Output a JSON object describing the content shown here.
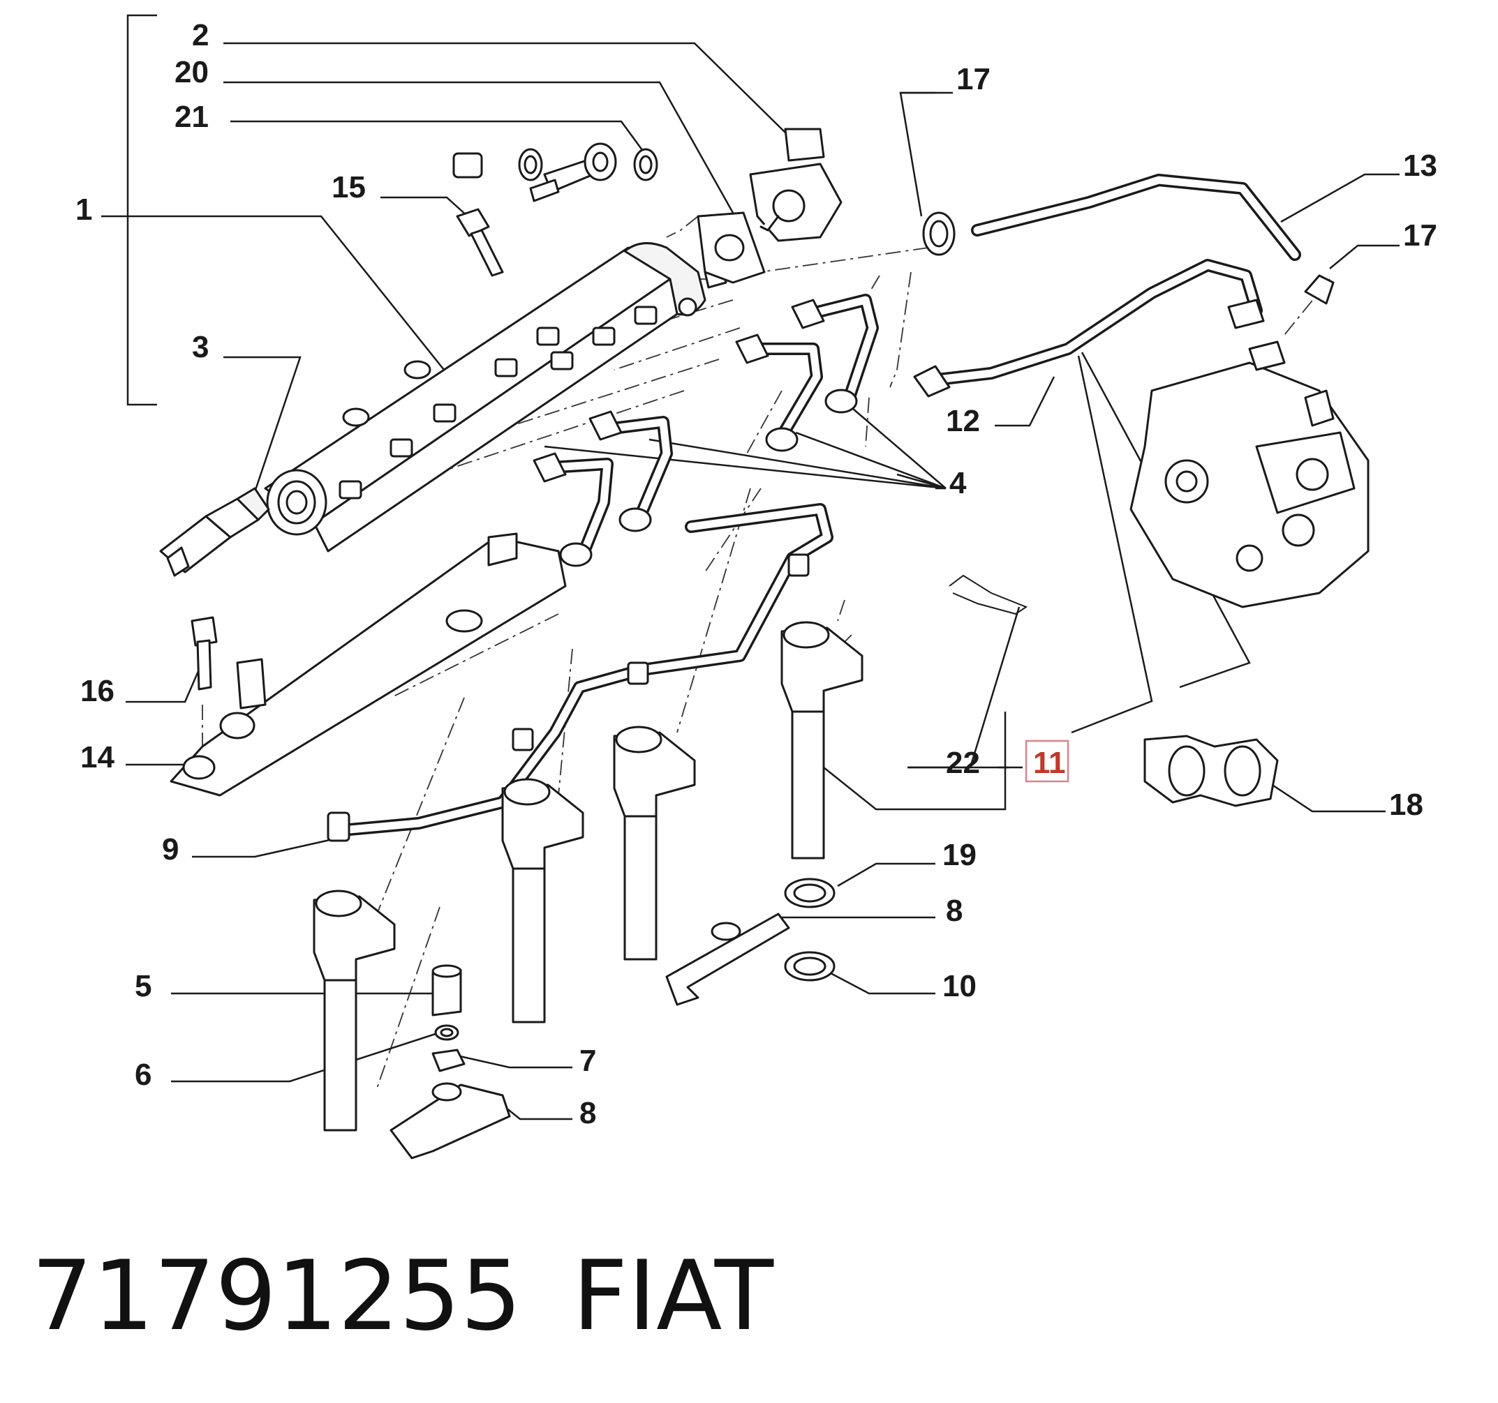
{
  "labels": {
    "l1": "1",
    "l2": "2",
    "l3": "3",
    "l4": "4",
    "l5": "5",
    "l6": "6",
    "l7": "7",
    "l8a": "8",
    "l8b": "8",
    "l9": "9",
    "l10": "10",
    "l11": "11",
    "l12": "12",
    "l13": "13",
    "l14": "14",
    "l15": "15",
    "l16": "16",
    "l17a": "17",
    "l17b": "17",
    "l18": "18",
    "l19": "19",
    "l20": "20",
    "l21": "21",
    "l22": "22"
  },
  "highlight": {
    "label": "11",
    "color": "#d9828a"
  },
  "footer": {
    "part_number": "71791255",
    "brand": "FIAT"
  }
}
